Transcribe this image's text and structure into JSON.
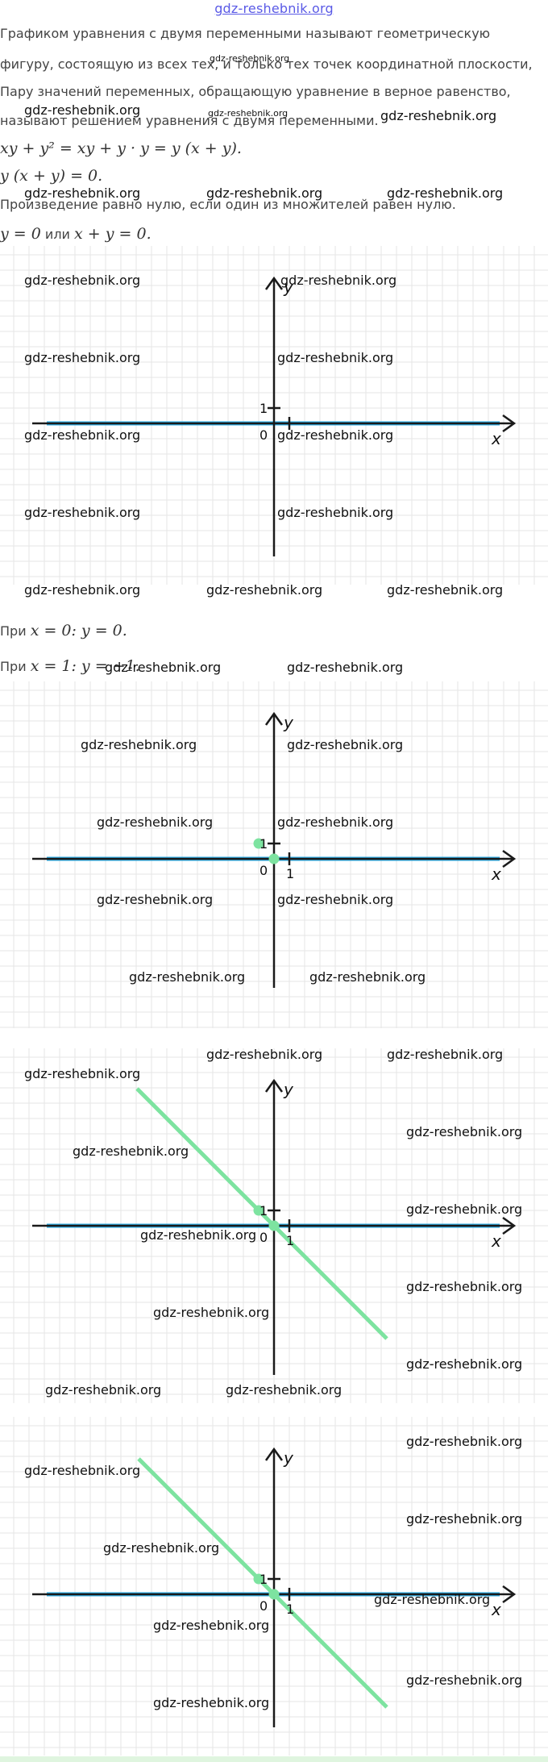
{
  "header": {
    "site_link": "gdz-reshebnik.org"
  },
  "text": {
    "line1": "Графиком уравнения с двумя переменными называют геометрическую",
    "line2": "фигуру, состоящую из всех тех, и только тех точек координатной плоскости,",
    "line3": "Пару значений переменных, обращающую уравнение в верное равенство,",
    "line4": "называют решением уравнения с двумя переменными.",
    "eq1": "xy + y² = xy + y · y = y (x + y).",
    "eq2": "y (x + y) = 0.",
    "line5": "Произведение равно нулю, если один из множителей равен нулю.",
    "eq3_a": "y = 0",
    "eq3_or": "или",
    "eq3_b": "x + y = 0.",
    "case1_prefix": "При",
    "case1_math": "x = 0: y = 0.",
    "case2_prefix": "При",
    "case2_math": "x = 1: y = −1."
  },
  "watermark": "gdz-reshebnik.org",
  "graphs": [
    {
      "x_label": "x",
      "y_label": "y",
      "origin_label": "0",
      "unit_label_y": "1",
      "unit_label_x": "",
      "lines": [
        {
          "equation": "y = 0",
          "color": "#29a8e0"
        }
      ],
      "points": []
    },
    {
      "x_label": "x",
      "y_label": "y",
      "origin_label": "0",
      "unit_label_y": "1",
      "unit_label_x": "1",
      "lines": [
        {
          "equation": "y = 0",
          "color": "#29a8e0"
        }
      ],
      "points": [
        {
          "x": 0,
          "y": 0,
          "color": "#7de3a0"
        },
        {
          "x": -1,
          "y": 1,
          "color": "#7de3a0"
        }
      ]
    },
    {
      "x_label": "x",
      "y_label": "y",
      "origin_label": "0",
      "unit_label_y": "1",
      "unit_label_x": "1",
      "lines": [
        {
          "equation": "y = 0",
          "color": "#29a8e0"
        },
        {
          "equation": "y = -x",
          "color": "#7de3a0"
        }
      ],
      "points": [
        {
          "x": 0,
          "y": 0,
          "color": "#7de3a0"
        },
        {
          "x": -1,
          "y": 1,
          "color": "#7de3a0"
        }
      ]
    },
    {
      "x_label": "x",
      "y_label": "y",
      "origin_label": "0",
      "unit_label_y": "1",
      "unit_label_x": "1",
      "lines": [
        {
          "equation": "y = 0",
          "color": "#29a8e0"
        },
        {
          "equation": "y = -x",
          "color": "#7de3a0"
        }
      ],
      "points": [
        {
          "x": 0,
          "y": 0,
          "color": "#7de3a0"
        },
        {
          "x": -1,
          "y": 1,
          "color": "#7de3a0"
        }
      ]
    }
  ],
  "colors": {
    "grid": "#e6e6e6",
    "axis": "#1a1a1a",
    "line_blue": "#29a8e0",
    "line_green": "#7de3a0",
    "link": "#5a5ae6"
  }
}
